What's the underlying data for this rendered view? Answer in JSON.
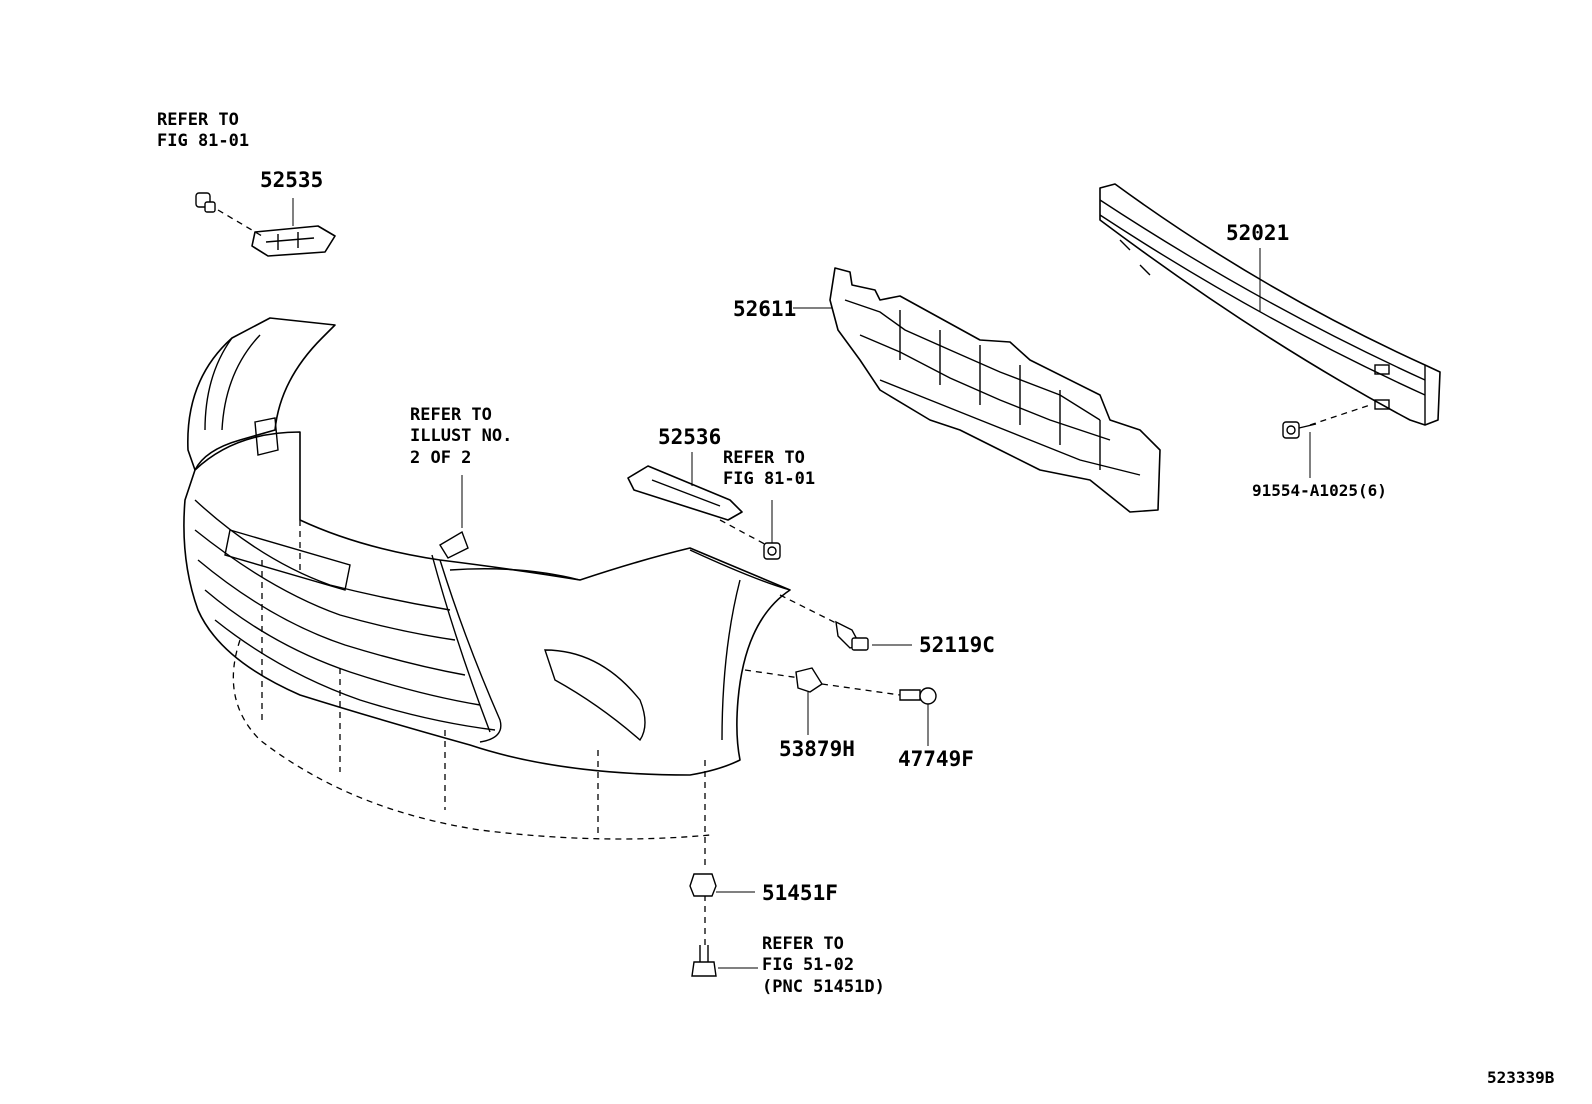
{
  "labels": {
    "refer_fig_81_01_top": [
      "REFER TO",
      "FIG 81-01"
    ],
    "p52535": "52535",
    "p52021": "52021",
    "p52611": "52611",
    "refer_illust": [
      "REFER TO",
      "ILLUST NO.",
      "2 OF 2"
    ],
    "p52536": "52536",
    "refer_fig_81_01_mid": [
      "REFER TO",
      "FIG 81-01"
    ],
    "p91554": "91554-A1025(6)",
    "p52119c": "52119C",
    "p53879h": "53879H",
    "p47749f": "47749F",
    "p51451f": "51451F",
    "refer_fig_51_02": [
      "REFER TO",
      "FIG 51-02",
      "(PNC 51451D)"
    ],
    "figure_id": "523339B"
  }
}
